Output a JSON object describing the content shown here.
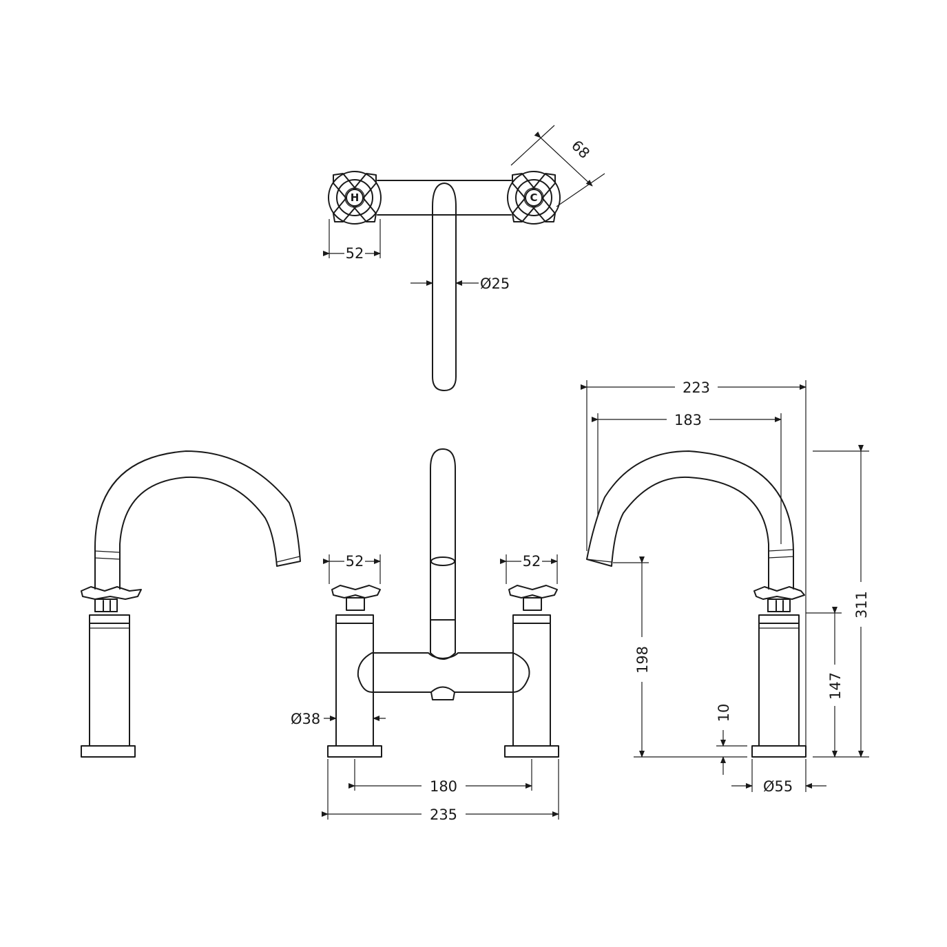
{
  "drawing": {
    "views": [
      "top-view",
      "left-side-view",
      "front-view",
      "right-side-view"
    ],
    "handle_letters": {
      "hot": "H",
      "cold": "C"
    },
    "dimensions": {
      "top_depth": "68",
      "top_handle_width": "52",
      "top_spout_dia": "Ø25",
      "front_handle_left": "52",
      "front_handle_right": "52",
      "front_body_dia": "Ø38",
      "front_centres": "180",
      "front_overall_width": "235",
      "side_reach": "223",
      "side_reach_inner": "183",
      "side_total_height": "311",
      "side_spout_height": "198",
      "side_handle_height": "147",
      "side_base_height": "10",
      "side_base_dia": "Ø55"
    },
    "stroke_color": "#1a1a1a",
    "background_color": "#ffffff"
  }
}
